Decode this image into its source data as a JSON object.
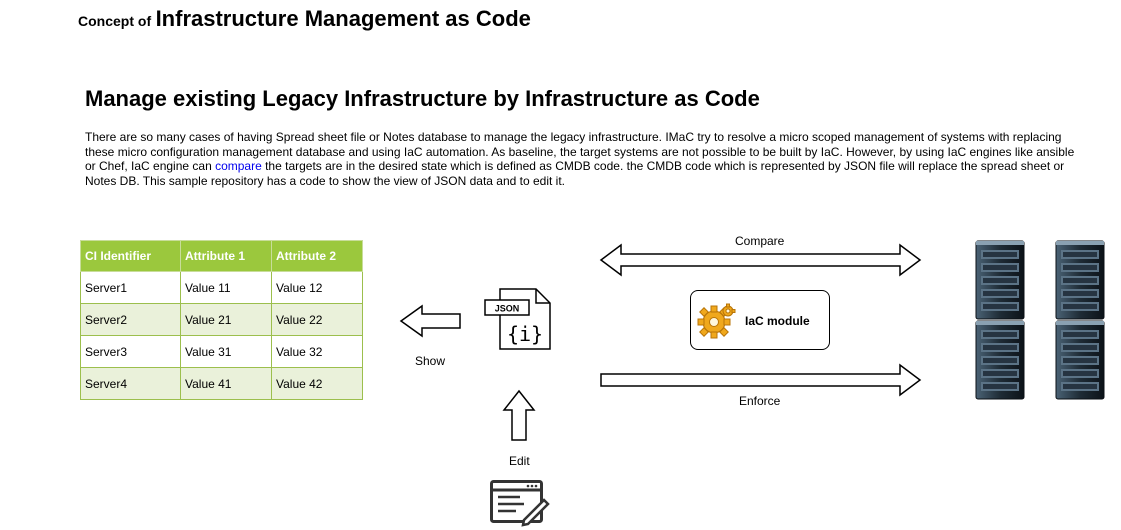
{
  "page_title": {
    "prefix": "Concept of",
    "main": "Infrastructure Management as Code"
  },
  "section": {
    "heading": "Manage existing Legacy Infrastructure by Infrastructure as Code",
    "description_before_link": "There are so many cases of having Spread sheet file or Notes database to manage the legacy infrastructure. IMaC try to resolve a micro scoped management of systems with replacing these micro configuration management database and using IaC automation. As baseline, the target systems are not possible to be built by IaC. However, by using IaC engines like ansible or Chef, IaC engine can ",
    "link_text": "compare",
    "description_after_link": " the targets are in the desired state which is defined as CMDB code. the CMDB code which is represented by JSON file will replace the spread sheet or Notes DB. This sample repository has a code to show the view of JSON data and to edit it."
  },
  "table": {
    "headers": [
      "CI Identifier",
      "Attribute 1",
      "Attribute 2"
    ],
    "rows": [
      [
        "Server1",
        "Value 11",
        "Value 12"
      ],
      [
        "Server2",
        "Value 21",
        "Value 22"
      ],
      [
        "Server3",
        "Value 31",
        "Value 32"
      ],
      [
        "Server4",
        "Value 41",
        "Value 42"
      ]
    ]
  },
  "diagram": {
    "show_label": "Show",
    "edit_label": "Edit",
    "compare_label": "Compare",
    "enforce_label": "Enforce",
    "module_label": "IaC module",
    "json_icon_text": "JSON",
    "json_braces_text": "{i}",
    "icons": {
      "json_file": "json-file-icon",
      "editor": "editor-icon",
      "gear": "gear-icon",
      "server": "server-rack-icon"
    }
  },
  "colors": {
    "table_header": "#9bc83d",
    "table_alt_row": "#eaf1da",
    "table_border": "#9cbf4d",
    "link": "#0000ee",
    "gear": "#f0a81c"
  }
}
